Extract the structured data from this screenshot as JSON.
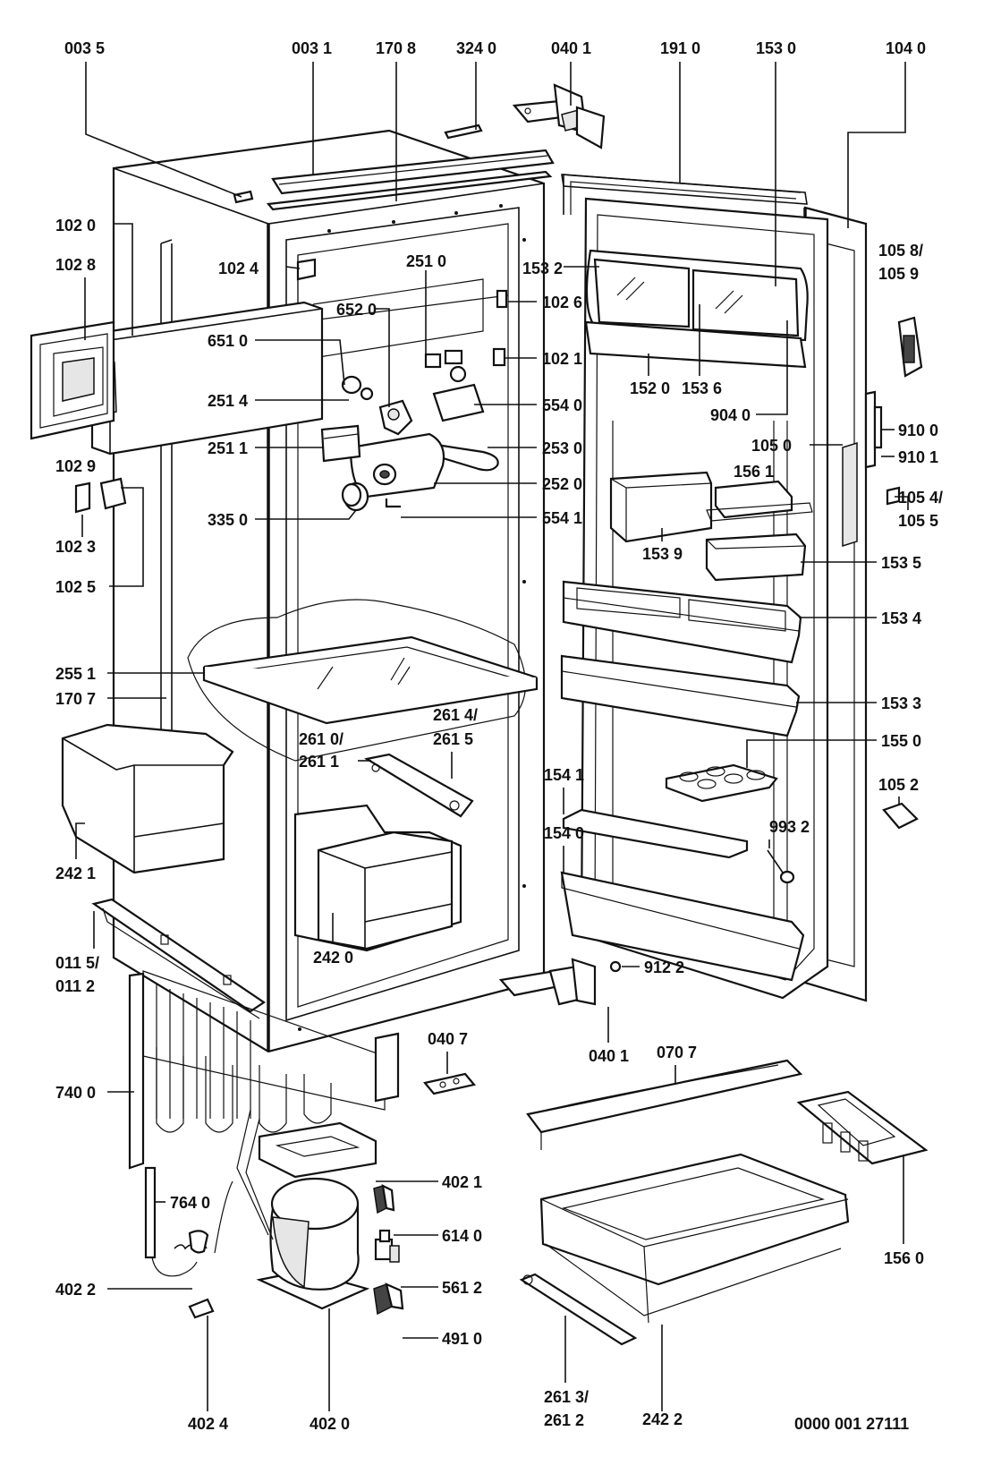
{
  "drawing_id": "0000 001 27111",
  "labels": {
    "l0035": "003 5",
    "l0031": "003 1",
    "l1708": "170 8",
    "l3240": "324 0",
    "l0401a": "040 1",
    "l1910": "191 0",
    "l1530": "153 0",
    "l1040": "104 0",
    "l1020": "102 0",
    "l1028": "102 8",
    "l1024": "102 4",
    "l2510": "251 0",
    "l1532": "153 2",
    "l1058": "105 8/",
    "l1059": "105 9",
    "l6520": "652 0",
    "l1026": "102 6",
    "l6510": "651 0",
    "l1021": "102 1",
    "l1520": "152 0",
    "l1536": "153 6",
    "l2514": "251 4",
    "l5540": "554 0",
    "l9040": "904 0",
    "l9100": "910 0",
    "l1050": "105 0",
    "l9101": "910 1",
    "l2530": "253 0",
    "l2511": "251 1",
    "l1029": "102 9",
    "l2520": "252 0",
    "l1561": "156 1",
    "l1054": "105 4/",
    "l1055": "105 5",
    "l3350": "335 0",
    "l5541": "554 1",
    "l1023": "102 3",
    "l1539": "153 9",
    "l1535": "153 5",
    "l1025": "102 5",
    "l1534": "153 4",
    "l2551": "255 1",
    "l1707": "170 7",
    "l1533": "153 3",
    "l2614": "261 4/",
    "l2615": "261 5",
    "l2610": "261 0/",
    "l2611": "261 1",
    "l1550": "155 0",
    "l1541": "154 1",
    "l1052": "105 2",
    "l9932": "993 2",
    "l1540": "154 0",
    "l2421": "242 1",
    "l2420": "242 0",
    "l0115": "011 5/",
    "l0112": "011 2",
    "l9122": "912 2",
    "l0407": "040 7",
    "l0707": "070 7",
    "l0401b": "040 1",
    "l7400": "740 0",
    "l4021": "402 1",
    "l7640": "764 0",
    "l6140": "614 0",
    "l5612": "561 2",
    "l1560": "156 0",
    "l4022": "402 2",
    "l4910": "491 0",
    "l2613": "261 3/",
    "l2612": "261 2",
    "l4024": "402 4",
    "l4020": "402 0",
    "l2422": "242 2"
  }
}
